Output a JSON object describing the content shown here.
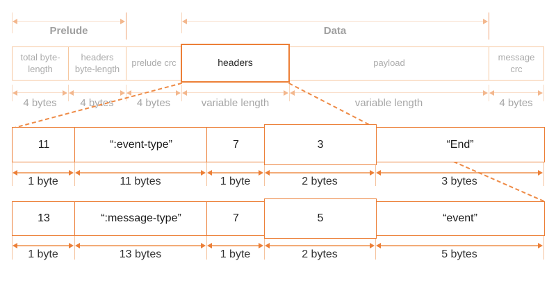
{
  "sections": [
    {
      "label": "Prelude"
    },
    {
      "label": "Data"
    }
  ],
  "frame_fields": [
    {
      "name": "total byte-length",
      "size": "4 bytes"
    },
    {
      "name": "headers byte-length",
      "size": "4 bytes"
    },
    {
      "name": "prelude crc",
      "size": "4 bytes"
    },
    {
      "name": "headers",
      "size": "variable length",
      "highlighted": true
    },
    {
      "name": "payload",
      "size": "variable length"
    },
    {
      "name": "message crc",
      "size": "4 bytes"
    }
  ],
  "header_examples": [
    {
      "cells": [
        {
          "value": "11",
          "size": "1 byte"
        },
        {
          "value": "“:event-type”",
          "size": "11 bytes"
        },
        {
          "value": "7",
          "size": "1 byte"
        },
        {
          "value": "3",
          "size": "2 bytes"
        },
        {
          "value": "“End”",
          "size": "3 bytes"
        }
      ]
    },
    {
      "cells": [
        {
          "value": "13",
          "size": "1 byte"
        },
        {
          "value": "“:message-type”",
          "size": "13 bytes"
        },
        {
          "value": "7",
          "size": "1 byte"
        },
        {
          "value": "5",
          "size": "2 bytes"
        },
        {
          "value": "“event”",
          "size": "5 bytes"
        }
      ]
    }
  ],
  "colors": {
    "accent_orange": "#ED7D31",
    "light_orange": "#F4B183",
    "faint_orange": "#F8CBAD",
    "muted_text": "#A6A6A6",
    "dark_text": "#262626"
  }
}
